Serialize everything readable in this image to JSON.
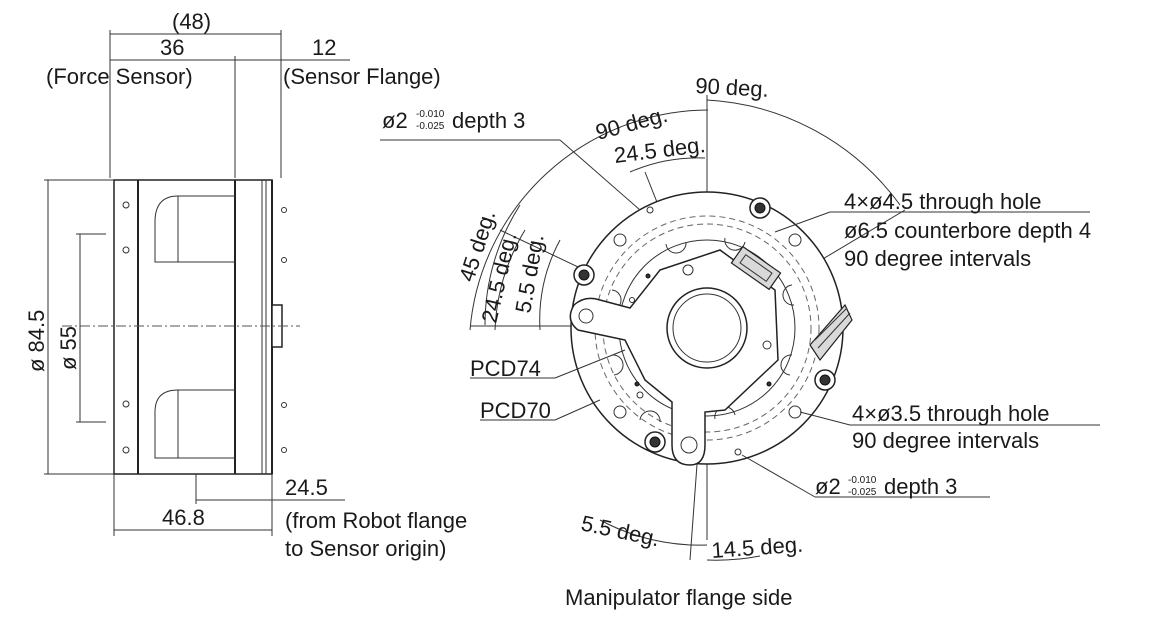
{
  "side_view": {
    "total_length": "(48)",
    "force_sensor_length": "36",
    "force_sensor_label": "(Force Sensor)",
    "flange_length": "12",
    "flange_label": "(Sensor Flange)",
    "outer_diameter": "ø 84.5",
    "inner_diameter": "ø 55",
    "origin_offset": "24.5",
    "origin_note_line1": "(from Robot  flange",
    "origin_note_line2": " to Sensor origin)",
    "bottom_length": "46.8"
  },
  "flange_view": {
    "angle_90_outer": "90 deg.",
    "angle_90_inner": "90 deg.",
    "angle_24_5_top": "24.5 deg.",
    "angle_45": "45 deg.",
    "angle_24_5_left": "24.5 deg.",
    "angle_5_5_left": "5.5 deg.",
    "pin_hole_top_main": "ø2",
    "pin_hole_top_tol_upper": "-0.010",
    "pin_hole_top_tol_lower": "-0.025",
    "pin_hole_top_depth": "depth 3",
    "through_hole_45_line1": "4×ø4.5 through hole",
    "through_hole_45_line2": "ø6.5 counterbore depth 4",
    "through_hole_45_line3": "90 degree intervals",
    "pcd74": "PCD74",
    "pcd70": "PCD70",
    "through_hole_35_line1": "4×ø3.5 through hole",
    "through_hole_35_line2": "90 degree intervals",
    "pin_hole_bottom_main": "ø2",
    "pin_hole_bottom_tol_upper": "-0.010",
    "pin_hole_bottom_tol_lower": "-0.025",
    "pin_hole_bottom_depth": "depth 3",
    "angle_5_5_bottom": "5.5 deg.",
    "angle_14_5_bottom": "14.5 deg.",
    "caption": "Manipulator flange side"
  }
}
